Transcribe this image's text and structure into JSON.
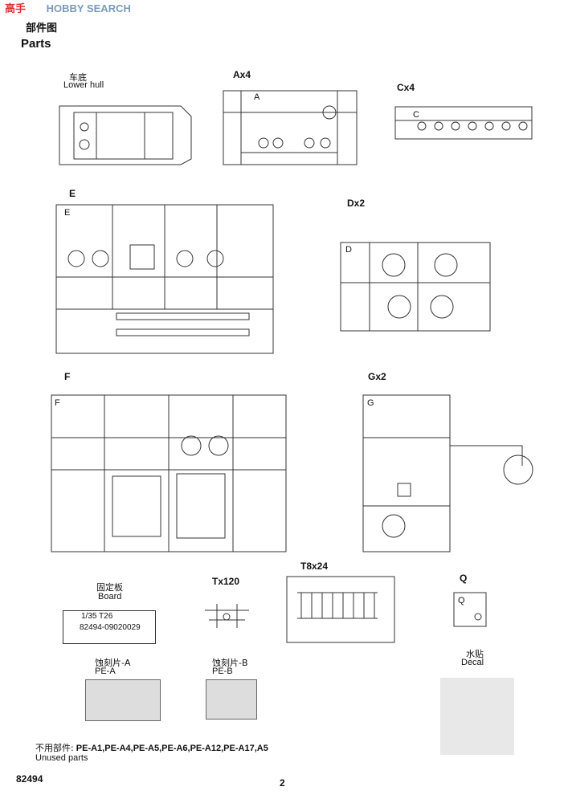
{
  "header": {
    "logo_cn": "高手",
    "logo_en": "HOBBY SEARCH",
    "section_cn": "部件图",
    "section_en": "Parts"
  },
  "parts": {
    "lower_hull": {
      "cn": "车底",
      "en": "Lower hull"
    },
    "A": {
      "label": "Ax4",
      "letter": "A"
    },
    "C": {
      "label": "Cx4",
      "letter": "C"
    },
    "E": {
      "label": "E",
      "letter": "E"
    },
    "D": {
      "label": "Dx2",
      "letter": "D"
    },
    "F": {
      "label": "F",
      "letter": "F"
    },
    "G": {
      "label": "Gx2",
      "letter": "G"
    },
    "board": {
      "cn": "固定板",
      "en": "Board",
      "line1": "1/35  T26",
      "line2": "82494-09020029"
    },
    "tx": {
      "label": "Tx120"
    },
    "t": {
      "label": "T8x24"
    },
    "q": {
      "label": "Q",
      "letter": "Q"
    },
    "pe_a": {
      "cn": "蚀刻片-A",
      "en": "PE-A"
    },
    "pe_b": {
      "cn": "蚀刻片-B",
      "en": "PE-B"
    },
    "decal": {
      "cn": "水贴",
      "en": "Decal"
    }
  },
  "unused": {
    "cn": "不用部件:",
    "list": "PE-A1,PE-A4,PE-A5,PE-A6,PE-A12,PE-A17,A5",
    "en": "Unused parts"
  },
  "footer": {
    "model_no": "82494",
    "page": "2"
  }
}
